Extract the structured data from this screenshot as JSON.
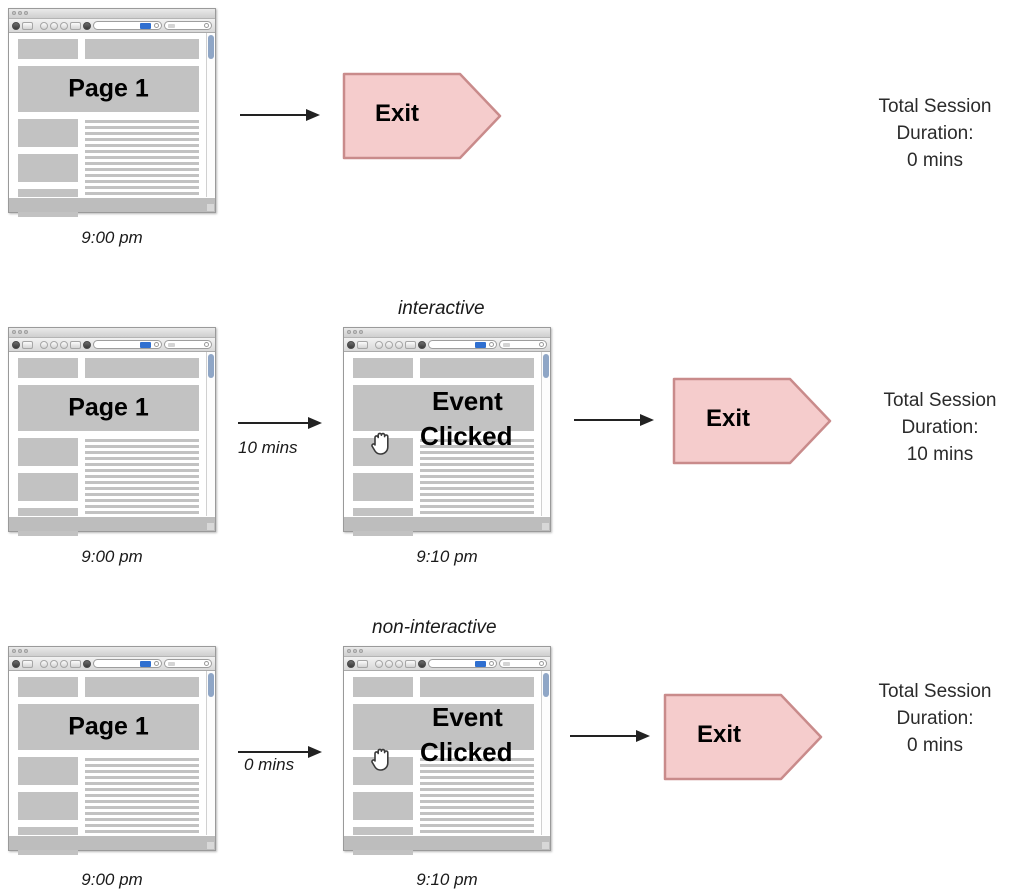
{
  "diagram": {
    "title": "Session duration with interactive vs non-interactive events",
    "colors": {
      "exit_fill": "#F5CCCC",
      "exit_stroke": "#C98B8B",
      "block_gray": "#C2C2C2",
      "arrow": "#222222",
      "text": "#1A1A1A"
    },
    "rows": [
      {
        "id": "row-single-page",
        "section_label": "",
        "windows": [
          {
            "id": "win-r1-page1",
            "page_text": "Page 1",
            "caption": "9:00 pm",
            "overlay_lines": [],
            "has_cursor": false
          }
        ],
        "arrows": [
          {
            "id": "arrow-r1-exit",
            "label": ""
          }
        ],
        "exit": {
          "label": "Exit"
        },
        "duration": {
          "line1": "Total Session",
          "line2": "Duration:",
          "line3": "0 mins"
        }
      },
      {
        "id": "row-interactive",
        "section_label": "interactive",
        "windows": [
          {
            "id": "win-r2-page1",
            "page_text": "Page 1",
            "caption": "9:00 pm",
            "overlay_lines": [],
            "has_cursor": false
          },
          {
            "id": "win-r2-event",
            "page_text": "",
            "caption": "9:10 pm",
            "overlay_lines": [
              "Event",
              "Clicked"
            ],
            "has_cursor": true
          }
        ],
        "arrows": [
          {
            "id": "arrow-r2-transition",
            "label": "10 mins"
          },
          {
            "id": "arrow-r2-exit",
            "label": ""
          }
        ],
        "exit": {
          "label": "Exit"
        },
        "duration": {
          "line1": "Total Session",
          "line2": "Duration:",
          "line3": "10 mins"
        }
      },
      {
        "id": "row-non-interactive",
        "section_label": "non-interactive",
        "windows": [
          {
            "id": "win-r3-page1",
            "page_text": "Page 1",
            "caption": "9:00 pm",
            "overlay_lines": [],
            "has_cursor": false
          },
          {
            "id": "win-r3-event",
            "page_text": "",
            "caption": "9:10 pm",
            "overlay_lines": [
              "Event",
              "Clicked"
            ],
            "has_cursor": true
          }
        ],
        "arrows": [
          {
            "id": "arrow-r3-transition",
            "label": "0 mins"
          },
          {
            "id": "arrow-r3-exit",
            "label": ""
          }
        ],
        "exit": {
          "label": "Exit"
        },
        "duration": {
          "line1": "Total Session",
          "line2": "Duration:",
          "line3": "0 mins"
        }
      }
    ],
    "icons": {
      "hand_cursor": "hand-cursor-icon",
      "traffic_lights": "window-traffic-lights-icon",
      "back_button": "browser-back-icon",
      "forward_button": "browser-forward-icon",
      "reload_button": "browser-reload-icon",
      "home_button": "browser-home-icon",
      "bookmark_button": "browser-bookmark-icon",
      "address_bar": "address-bar-field",
      "search_bar": "search-field",
      "scrollbar_thumb": "scrollbar-thumb"
    }
  }
}
